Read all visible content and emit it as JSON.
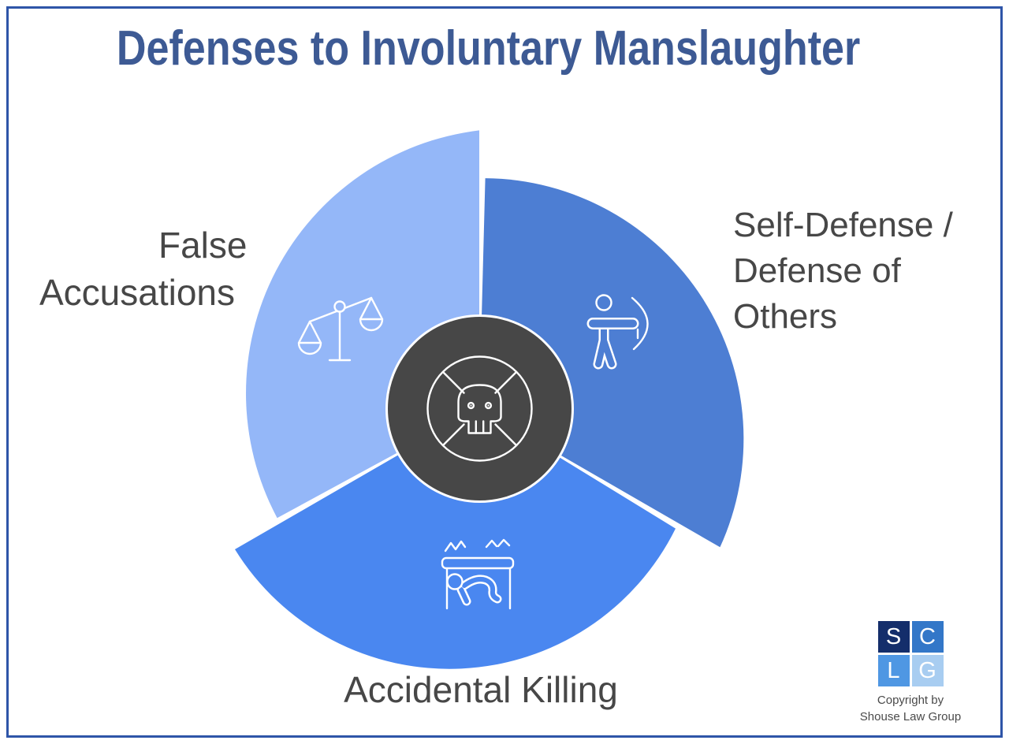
{
  "page": {
    "title": "Defenses to Involuntary Manslaughter"
  },
  "colors": {
    "border": "#2e55a8",
    "title": "#3d5a94",
    "label_text": "#474747",
    "center_fill": "#474747",
    "icon_stroke": "#ffffff"
  },
  "segments": [
    {
      "id": "false-accusations",
      "label": "False Accusations",
      "lines": [
        "False",
        "Accusations"
      ],
      "icon": "scales-of-justice",
      "color": "#94b7f8"
    },
    {
      "id": "self-defense",
      "label": "Self-Defense / Defense of Others",
      "lines": [
        "Self-Defense /",
        "Defense of",
        "Others"
      ],
      "icon": "archer-with-bow",
      "color": "#4d7ed3"
    },
    {
      "id": "accidental-killing",
      "label": "Accidental Killing",
      "lines": [
        "Accidental Killing"
      ],
      "icon": "person-under-shaking-table",
      "color": "#4a87f0"
    }
  ],
  "center": {
    "icon": "skull-in-crossed-circle"
  },
  "footer": {
    "logo": {
      "letters": [
        "S",
        "C",
        "L",
        "G"
      ],
      "square_colors": [
        "#142e6b",
        "#3377c8",
        "#4f97e3",
        "#a8cdf1"
      ]
    },
    "copyright_line1": "Copyright by",
    "copyright_line2": "Shouse Law Group"
  }
}
